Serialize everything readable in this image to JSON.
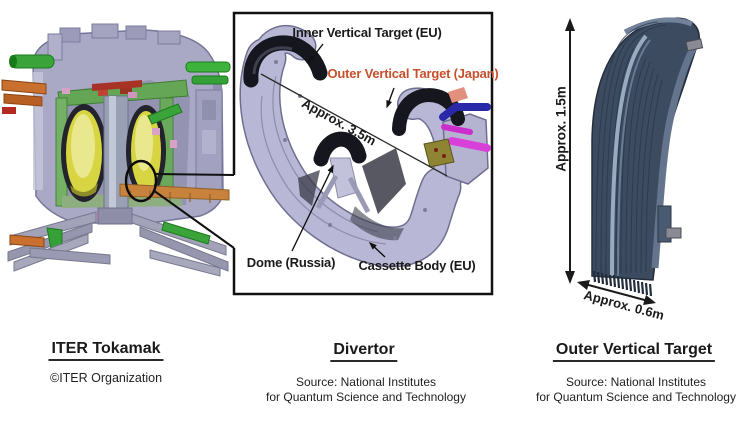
{
  "figure": {
    "type": "labeled-technical-figure",
    "background": "#ffffff"
  },
  "panels": {
    "tokamak": {
      "title": "ITER Tokamak",
      "credit": "©ITER Organization",
      "artwork": "iter-tokamak-cutaway-rendering"
    },
    "divertor": {
      "title": "Divertor",
      "source_line1": "Source: National Institutes",
      "source_line2": "for Quantum Science and Technology",
      "labels": {
        "inner_target": "Inner Vertical Target (EU)",
        "outer_target": "Outer Vertical Target (Japan)",
        "dome": "Dome (Russia)",
        "cassette_body": "Cassette Body (EU)",
        "width_dimension": "Approx. 3.5m"
      },
      "artwork": "divertor-cassette-rendering"
    },
    "outer_target": {
      "title": "Outer Vertical Target",
      "source_line1": "Source: National Institutes",
      "source_line2": "for Quantum Science and Technology",
      "labels": {
        "height_dimension": "Approx. 1.5m",
        "width_dimension": "Approx. 0.6m"
      },
      "artwork": "outer-vertical-target-rendering"
    }
  },
  "colors": {
    "outer_target_label_text": "#c7502c",
    "label_text": "#1a1a1a",
    "callout_line": "#111111",
    "divertor_body_lavender": "#b8b8d6",
    "plasma_facing_dark": "#16161e",
    "target_component_slate": "#3d4b60",
    "tokamak_lavender": "#a9a9c6",
    "tokamak_green": "#3aa33a",
    "tokamak_yellow": "#d8d542",
    "tokamak_orange_pipe": "#c9702e"
  }
}
